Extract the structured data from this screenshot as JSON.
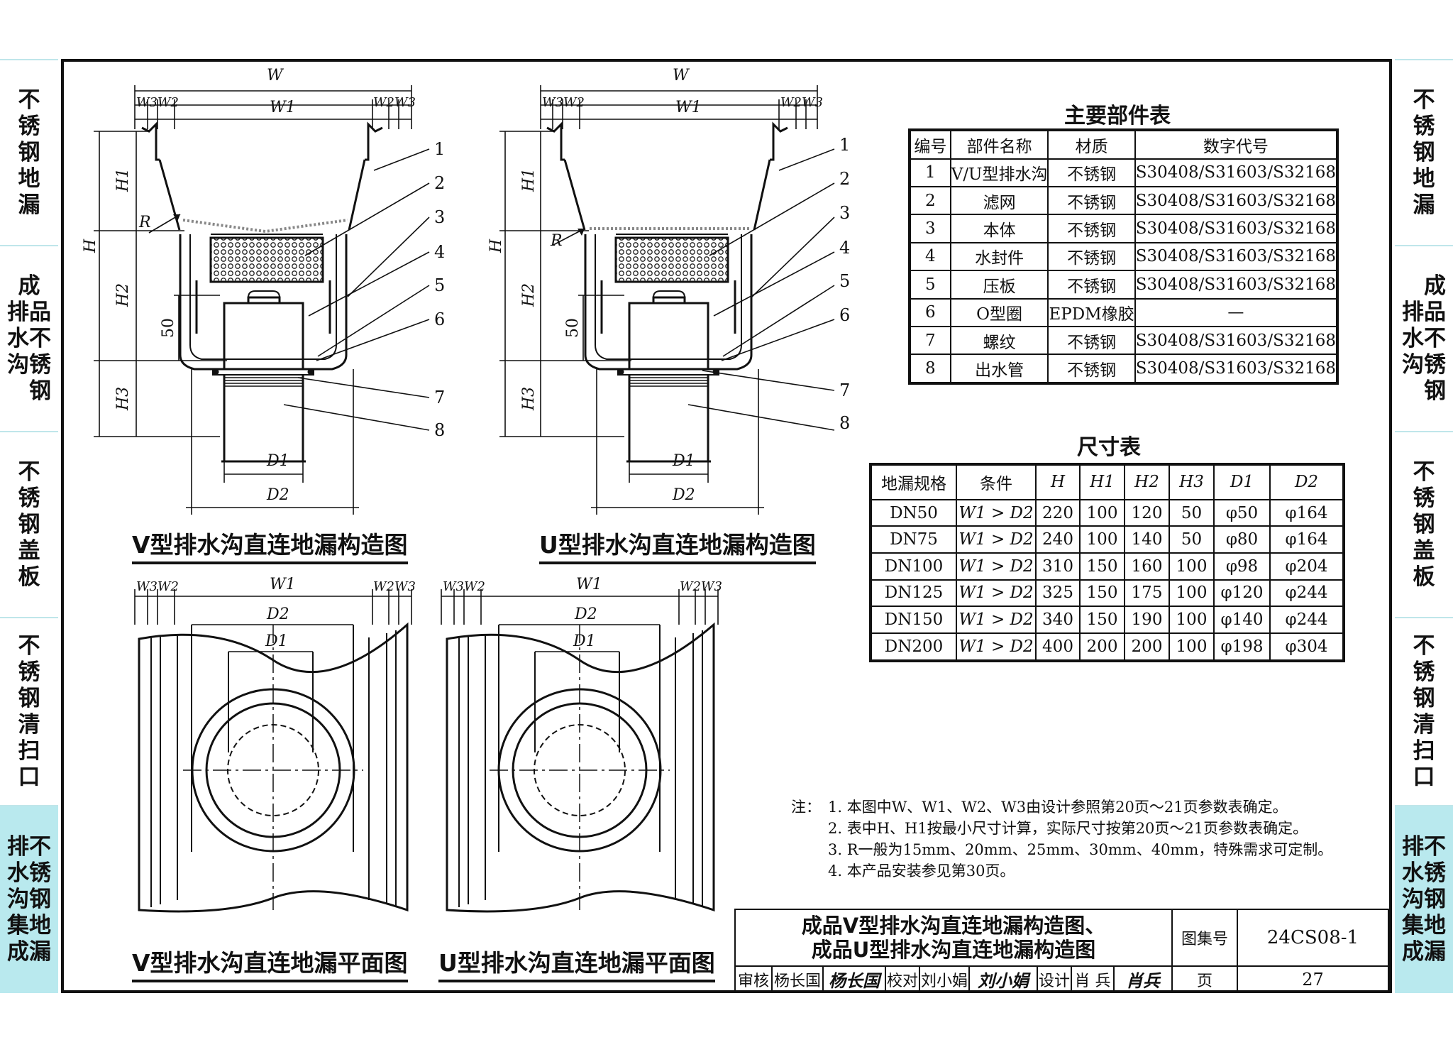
{
  "side_tabs": {
    "left": [
      {
        "label": "不\n锈\n钢\n地\n漏",
        "highlight": false
      },
      {
        "label": "成\n排品\n水不\n沟锈\n　钢",
        "highlight": false
      },
      {
        "label": "不\n锈\n钢\n盖\n板",
        "highlight": false
      },
      {
        "label": "不\n锈\n钢\n清\n扫\n口",
        "highlight": false
      },
      {
        "label": "排不\n水锈\n沟钢\n集地\n成漏",
        "highlight": true
      }
    ],
    "right": [
      {
        "label": "不\n锈\n钢\n地\n漏",
        "highlight": false
      },
      {
        "label": "　成\n排品\n水不\n沟锈\n　钢",
        "highlight": false
      },
      {
        "label": "不\n锈\n钢\n盖\n板",
        "highlight": false
      },
      {
        "label": "不\n锈\n钢\n清\n扫\n口",
        "highlight": false
      },
      {
        "label": "排不\n水锈\n沟钢\n集地\n成漏",
        "highlight": true
      }
    ]
  },
  "drawings": {
    "v_section_title": "V型排水沟直连地漏构造图",
    "u_section_title": "U型排水沟直连地漏构造图",
    "v_plan_title": "V型排水沟直连地漏平面图",
    "u_plan_title": "U型排水沟直连地漏平面图",
    "dims": {
      "W": "W",
      "W1": "W1",
      "W2": "W2",
      "W3": "W3",
      "H": "H",
      "H1": "H1",
      "H2": "H2",
      "H3": "H3",
      "D1": "D1",
      "D2": "D2",
      "R": "R",
      "fifty": "50"
    },
    "callouts": [
      "1",
      "2",
      "3",
      "4",
      "5",
      "6",
      "7",
      "8"
    ]
  },
  "parts_table": {
    "title": "主要部件表",
    "headers": [
      "编号",
      "部件名称",
      "材质",
      "数字代号"
    ],
    "rows": [
      [
        "1",
        "V/U型排水沟",
        "不锈钢",
        "S30408/S31603/S32168"
      ],
      [
        "2",
        "滤网",
        "不锈钢",
        "S30408/S31603/S32168"
      ],
      [
        "3",
        "本体",
        "不锈钢",
        "S30408/S31603/S32168"
      ],
      [
        "4",
        "水封件",
        "不锈钢",
        "S30408/S31603/S32168"
      ],
      [
        "5",
        "压板",
        "不锈钢",
        "S30408/S31603/S32168"
      ],
      [
        "6",
        "O型圈",
        "EPDM橡胶",
        "—"
      ],
      [
        "7",
        "螺纹",
        "不锈钢",
        "S30408/S31603/S32168"
      ],
      [
        "8",
        "出水管",
        "不锈钢",
        "S30408/S31603/S32168"
      ]
    ]
  },
  "size_table": {
    "title": "尺寸表",
    "headers": [
      "地漏规格",
      "条件",
      "H",
      "H1",
      "H2",
      "H3",
      "D1",
      "D2"
    ],
    "rows": [
      [
        "DN50",
        "W1 > D2",
        "220",
        "100",
        "120",
        "50",
        "φ50",
        "φ164"
      ],
      [
        "DN75",
        "W1 > D2",
        "240",
        "100",
        "140",
        "50",
        "φ80",
        "φ164"
      ],
      [
        "DN100",
        "W1 > D2",
        "310",
        "150",
        "160",
        "100",
        "φ98",
        "φ204"
      ],
      [
        "DN125",
        "W1 > D2",
        "325",
        "150",
        "175",
        "100",
        "φ120",
        "φ244"
      ],
      [
        "DN150",
        "W1 > D2",
        "340",
        "150",
        "190",
        "100",
        "φ140",
        "φ244"
      ],
      [
        "DN200",
        "W1 > D2",
        "400",
        "200",
        "200",
        "100",
        "φ198",
        "φ304"
      ]
    ]
  },
  "notes": {
    "label": "注：",
    "items": [
      "1. 本图中W、W1、W2、W3由设计参照第20页～21页参数表确定。",
      "2. 表中H、H1按最小尺寸计算，实际尺寸按第20页～21页参数表确定。",
      "3. R一般为15mm、20mm、25mm、30mm、40mm，特殊需求可定制。",
      "4. 本产品安装参见第30页。"
    ]
  },
  "title_block": {
    "title_line1": "成品V型排水沟直连地漏构造图、",
    "title_line2": "成品U型排水沟直连地漏构造图",
    "atlas_label": "图集号",
    "atlas_no": "24CS08-1",
    "review_label": "审核",
    "reviewer": "杨长国",
    "reviewer_sign": "杨长国",
    "check_label": "校对",
    "checker": "刘小娟",
    "checker_sign": "刘小娟",
    "design_label": "设计",
    "designer": "肖 兵",
    "designer_sign": "肖兵",
    "page_label": "页",
    "page_no": "27"
  }
}
